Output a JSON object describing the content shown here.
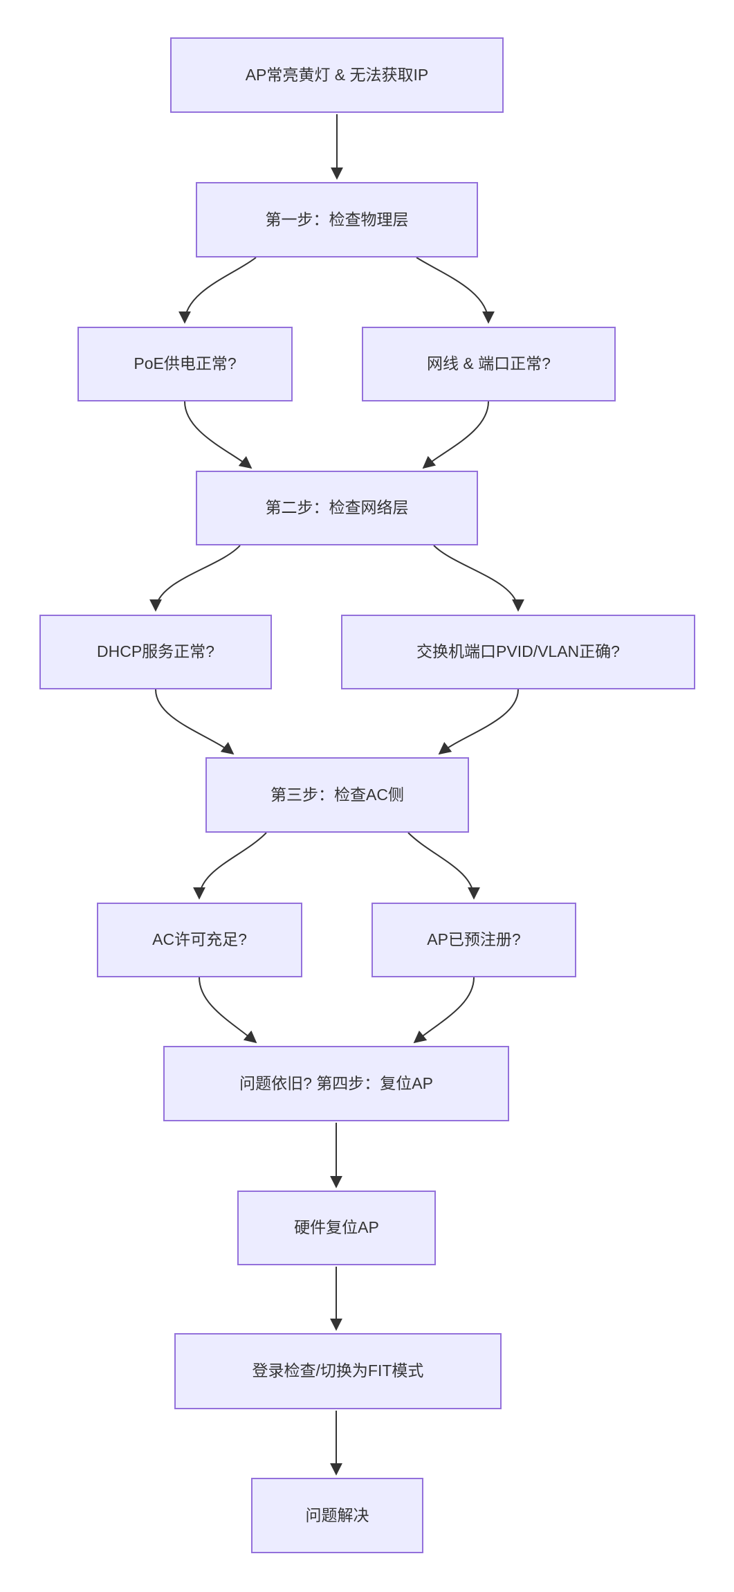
{
  "diagram": {
    "type": "flowchart",
    "direction": "top-down",
    "colors": {
      "node_fill": "#ECECFF",
      "node_border": "#9370DB",
      "edge_color": "#333333",
      "text_color": "#333333",
      "background": "#FFFFFF"
    },
    "nodes": [
      {
        "id": "start",
        "label": "AP常亮黄灯 & 无法获取IP"
      },
      {
        "id": "step1",
        "label": "第一步：检查物理层"
      },
      {
        "id": "poe",
        "label": "PoE供电正常?"
      },
      {
        "id": "cable",
        "label": "网线 & 端口正常?"
      },
      {
        "id": "step2",
        "label": "第二步：检查网络层"
      },
      {
        "id": "dhcp",
        "label": "DHCP服务正常?"
      },
      {
        "id": "vlan",
        "label": "交换机端口PVID/VLAN正确?"
      },
      {
        "id": "step3",
        "label": "第三步：检查AC侧"
      },
      {
        "id": "license",
        "label": "AC许可充足?"
      },
      {
        "id": "registered",
        "label": "AP已预注册?"
      },
      {
        "id": "step4",
        "label": "问题依旧? 第四步：复位AP"
      },
      {
        "id": "hw_reset",
        "label": "硬件复位AP"
      },
      {
        "id": "fit_mode",
        "label": "登录检查/切换为FIT模式"
      },
      {
        "id": "solved",
        "label": "问题解决"
      }
    ],
    "edges": [
      {
        "from": "start",
        "to": "step1"
      },
      {
        "from": "step1",
        "to": "poe"
      },
      {
        "from": "step1",
        "to": "cable"
      },
      {
        "from": "poe",
        "to": "step2"
      },
      {
        "from": "cable",
        "to": "step2"
      },
      {
        "from": "step2",
        "to": "dhcp"
      },
      {
        "from": "step2",
        "to": "vlan"
      },
      {
        "from": "dhcp",
        "to": "step3"
      },
      {
        "from": "vlan",
        "to": "step3"
      },
      {
        "from": "step3",
        "to": "license"
      },
      {
        "from": "step3",
        "to": "registered"
      },
      {
        "from": "license",
        "to": "step4"
      },
      {
        "from": "registered",
        "to": "step4"
      },
      {
        "from": "step4",
        "to": "hw_reset"
      },
      {
        "from": "hw_reset",
        "to": "fit_mode"
      },
      {
        "from": "fit_mode",
        "to": "solved"
      }
    ]
  }
}
